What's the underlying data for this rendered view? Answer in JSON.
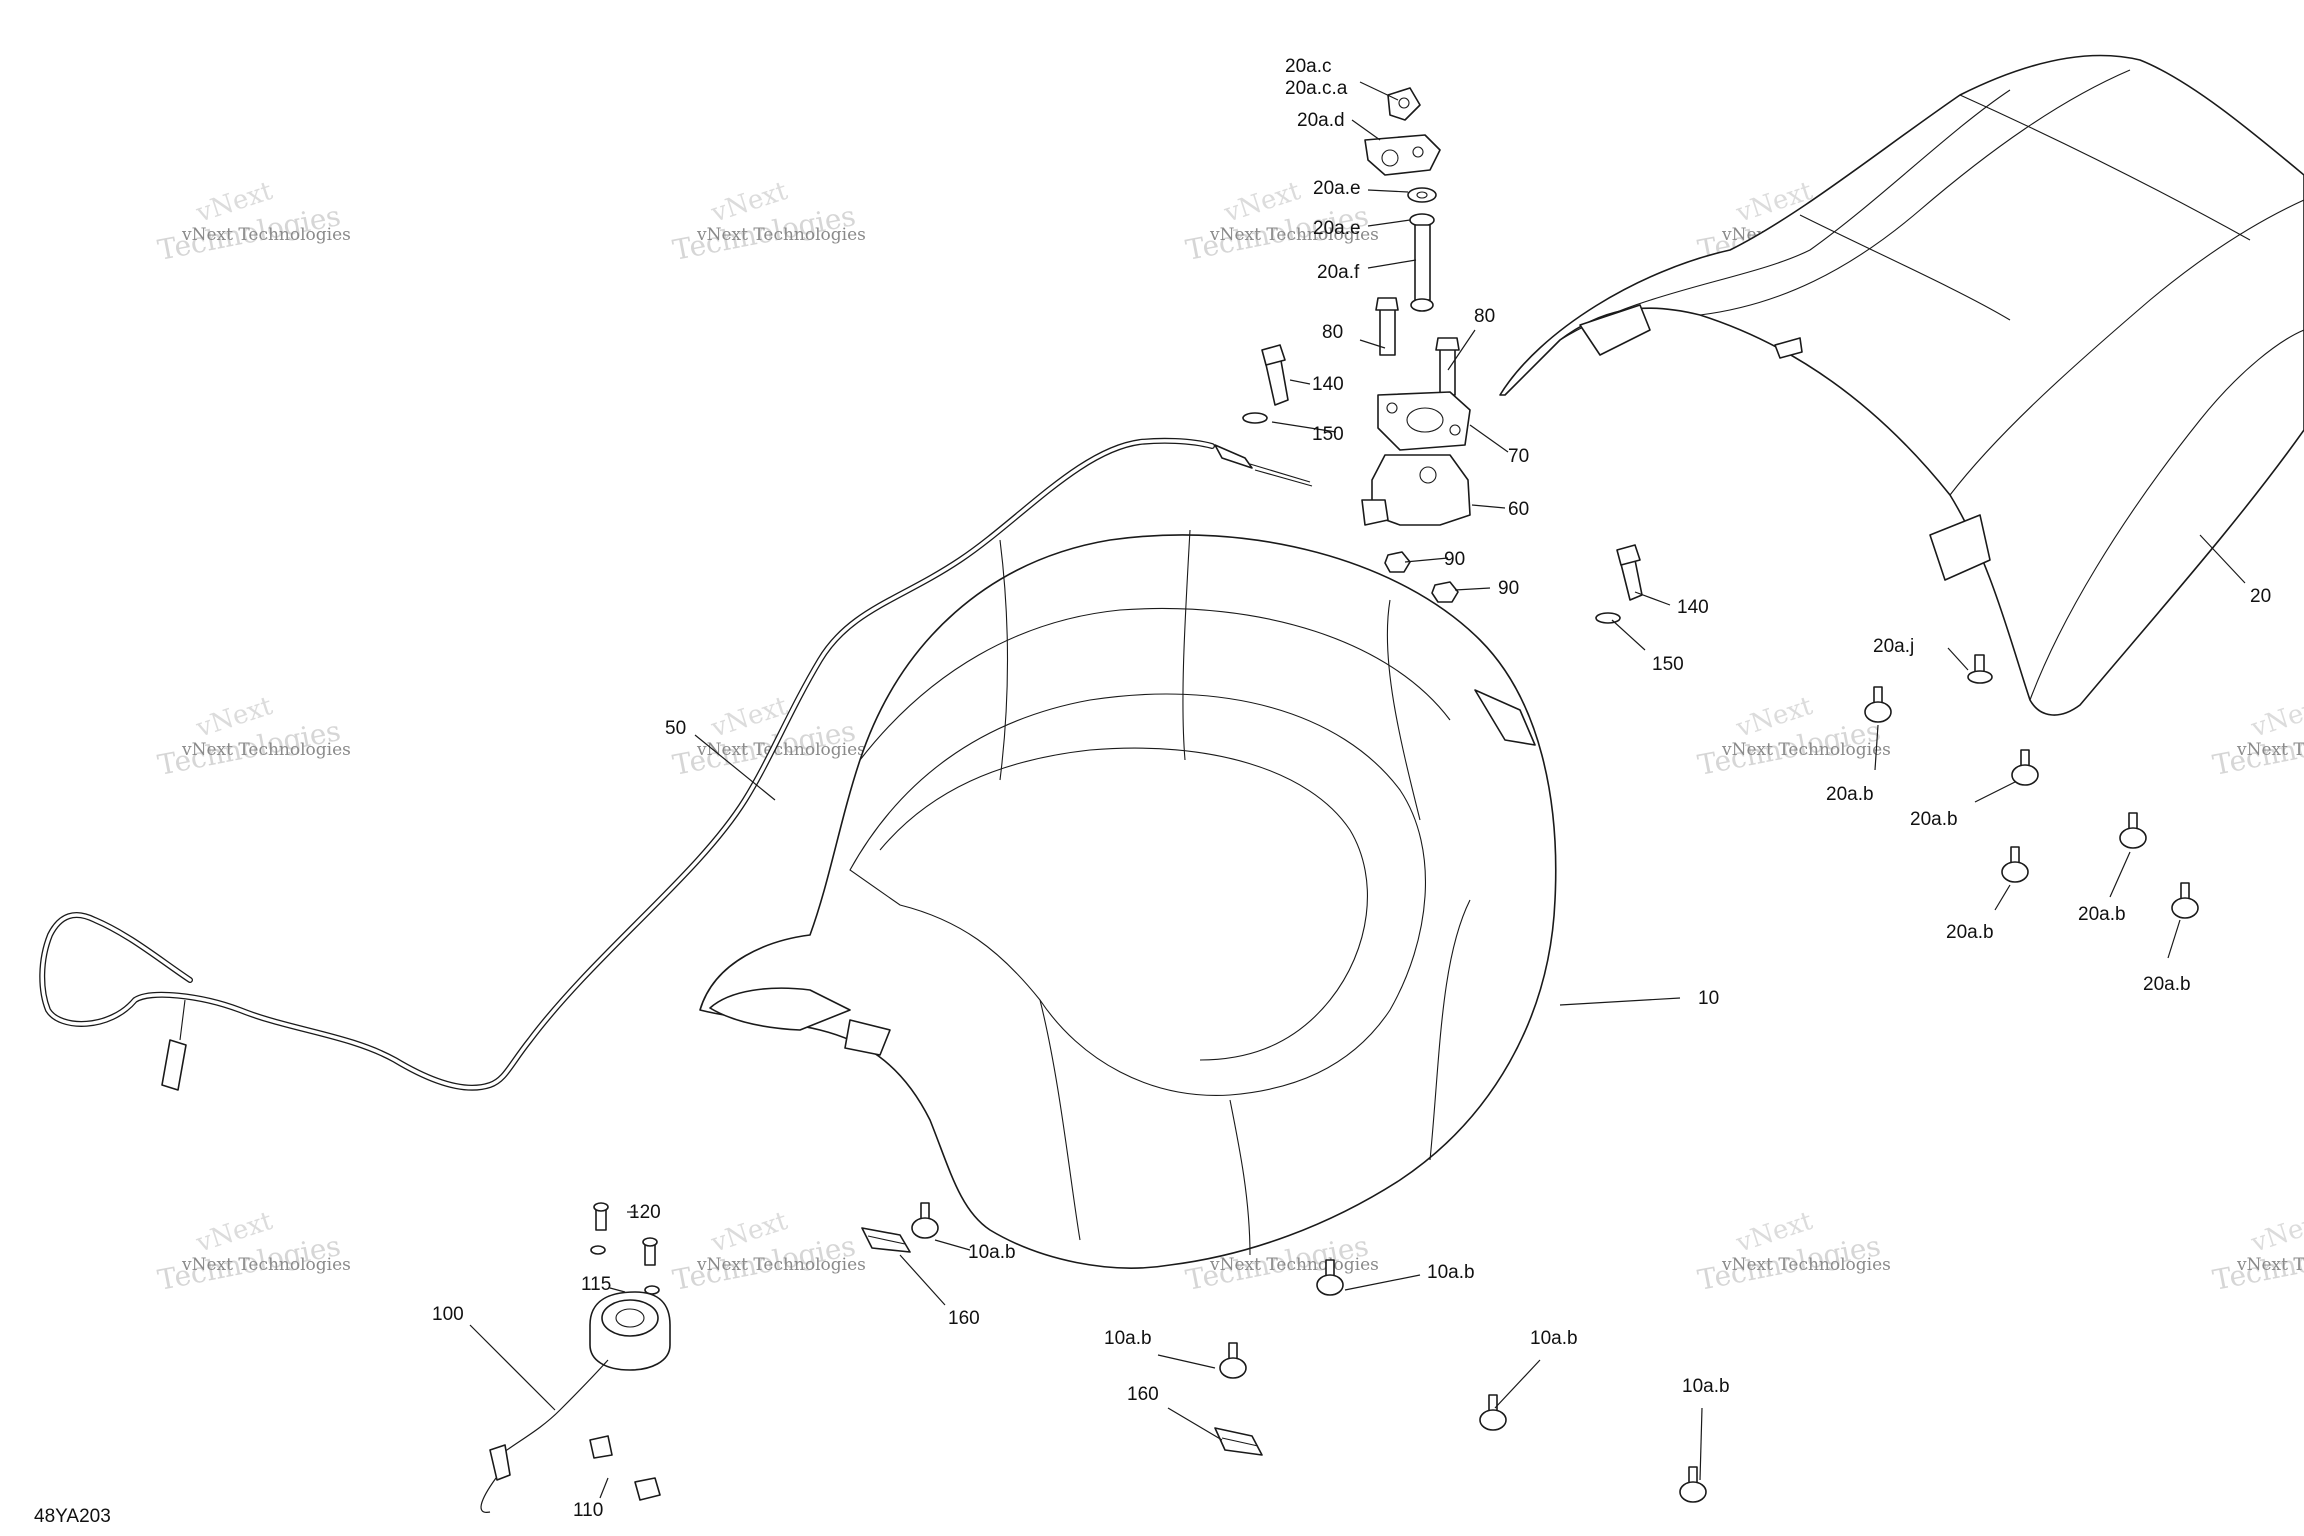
{
  "diagram_code": "48YA203",
  "watermark": {
    "small": "vNext Technologies",
    "large": "Technologies",
    "arc": "vNext"
  },
  "callouts": {
    "l20ac": "20a.c",
    "l20aca": "20a.c.a",
    "l20ad": "20a.d",
    "l20ae1": "20a.e",
    "l20ae2": "20a.e",
    "l20af": "20a.f",
    "l80a": "80",
    "l80b": "80",
    "l140a": "140",
    "l150a": "150",
    "l70": "70",
    "l60": "60",
    "l90a": "90",
    "l90b": "90",
    "l140b": "140",
    "l150b": "150",
    "l20": "20",
    "l20aj": "20a.j",
    "l20ab1": "20a.b",
    "l20ab2": "20a.b",
    "l20ab3": "20a.b",
    "l20ab4": "20a.b",
    "l20ab5": "20a.b",
    "l50": "50",
    "l10": "10",
    "l120": "120",
    "l115": "115",
    "l100": "100",
    "l110": "110",
    "l160a": "160",
    "l160b": "160",
    "l10ab1": "10a.b",
    "l10ab2": "10a.b",
    "l10ab3": "10a.b",
    "l10ab4": "10a.b",
    "l10ab5": "10a.b"
  }
}
